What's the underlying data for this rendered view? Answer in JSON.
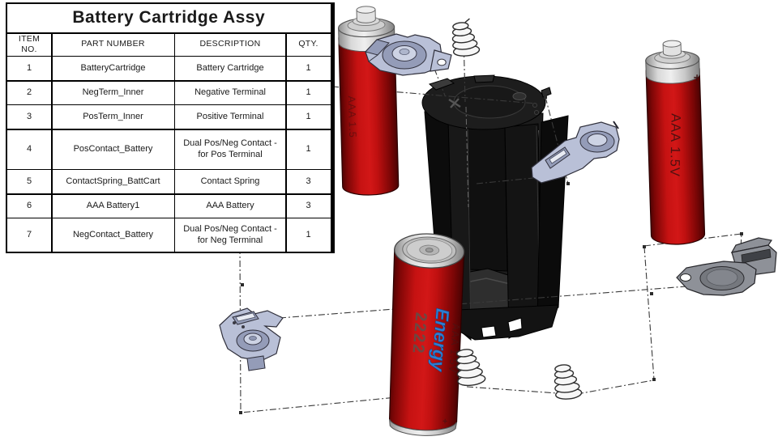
{
  "drawing": {
    "title": "Battery Cartridge Assy",
    "bom": {
      "columns": [
        "ITEM NO.",
        "PART NUMBER",
        "DESCRIPTION",
        "QTY."
      ],
      "rows": [
        {
          "item": "1",
          "part": "BatteryCartridge",
          "desc": "Battery Cartridge",
          "qty": "1"
        },
        {
          "item": "2",
          "part": "NegTerm_Inner",
          "desc": "Negative Terminal",
          "qty": "1"
        },
        {
          "item": "3",
          "part": "PosTerm_Inner",
          "desc": "Positive Terminal",
          "qty": "1"
        },
        {
          "item": "4",
          "part": "PosContact_Battery",
          "desc": "Dual Pos/Neg Contact - for Pos Terminal",
          "qty": "1"
        },
        {
          "item": "5",
          "part": "ContactSpring_BattCart",
          "desc": "Contact Spring",
          "qty": "3"
        },
        {
          "item": "6",
          "part": "AAA Battery1",
          "desc": "AAA Battery",
          "qty": "3"
        },
        {
          "item": "7",
          "part": "NegContact_Battery",
          "desc": "Dual Pos/Neg Contact - for Neg Terminal",
          "qty": "1"
        }
      ]
    },
    "battery_labels": {
      "brand_top": "2222",
      "brand_name": "Energy",
      "type": "AAA 1.5V",
      "type_short": "AAA 1.5",
      "plus": "+"
    },
    "colors": {
      "battery_red": "#c61212",
      "battery_red_dark": "#4f0303",
      "cap_silver": "#d9d9d9",
      "cartridge_black": "#161616",
      "contact_light": "#b9c0d7",
      "contact_dark": "#8e9198",
      "energy_blue": "#2d7dd2",
      "explode_line": "#3a3a3a",
      "background": "#ffffff"
    }
  }
}
